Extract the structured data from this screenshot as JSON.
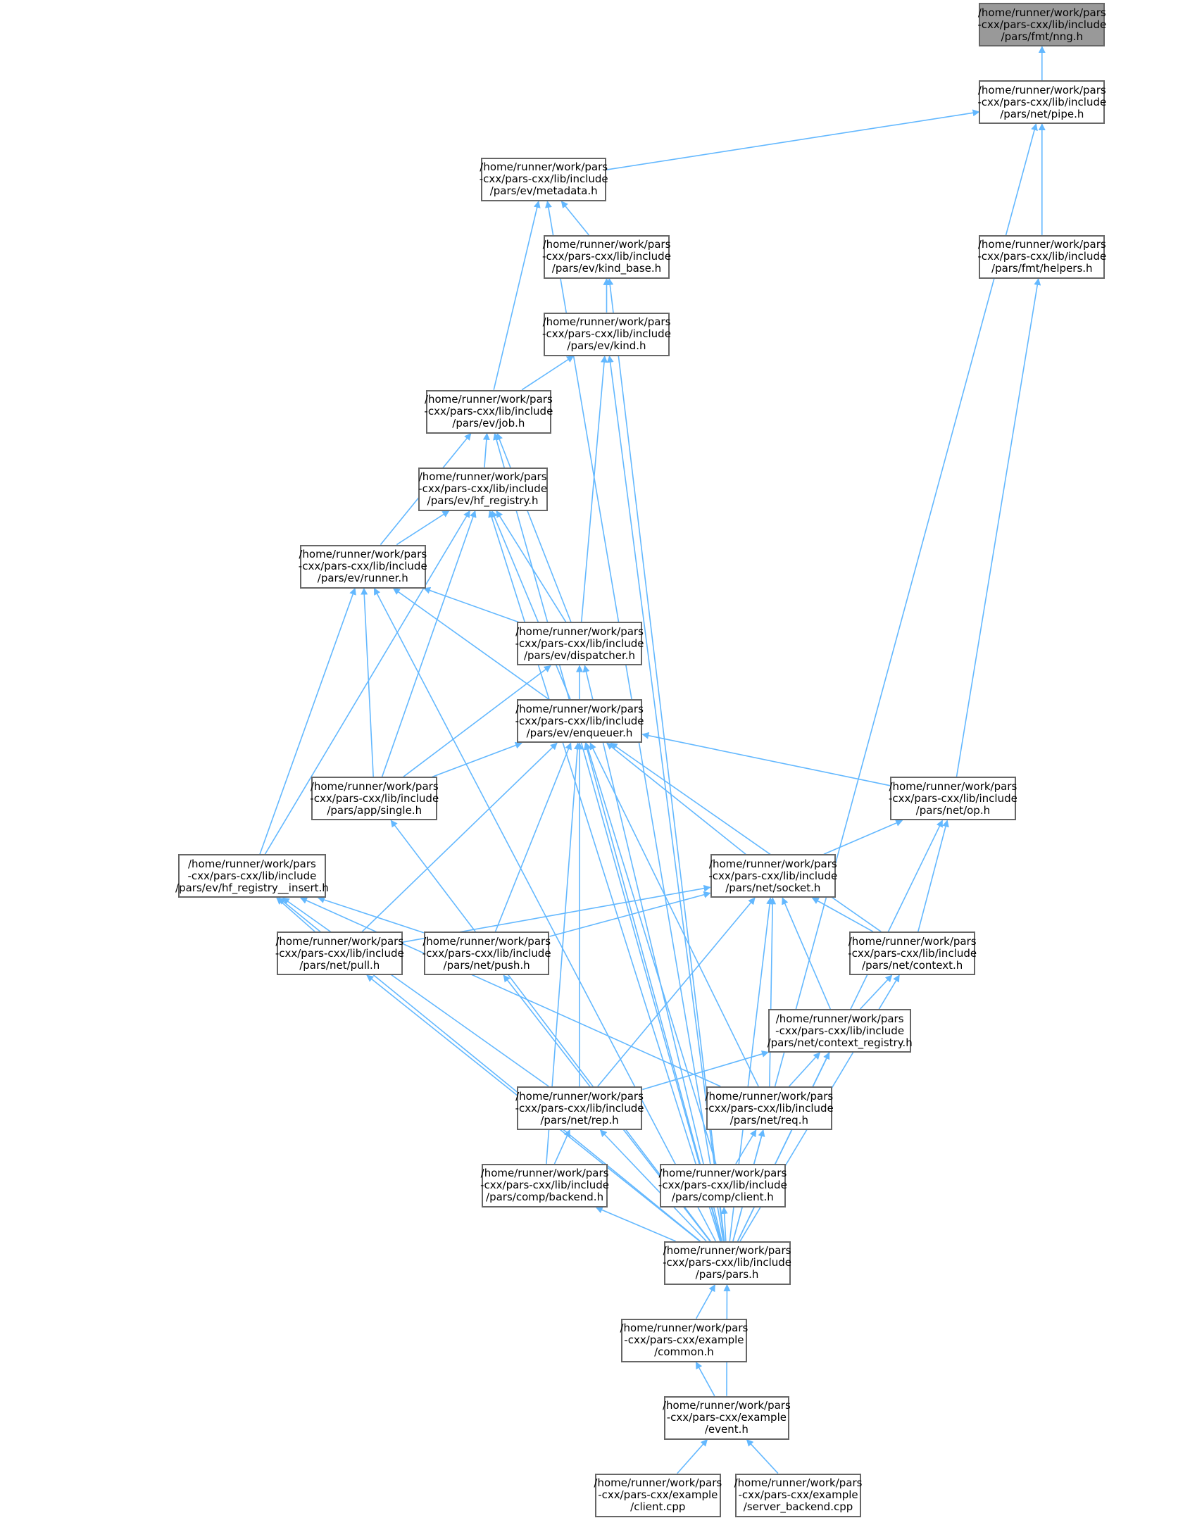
{
  "colors": {
    "edge": "#63b8ff",
    "focus_fill": "#999999",
    "border": "#666666"
  },
  "nodes": {
    "nng": [
      "/home/runner/work/pars",
      "-cxx/pars-cxx/lib/include",
      "/pars/fmt/nng.h"
    ],
    "pipe": [
      "/home/runner/work/pars",
      "-cxx/pars-cxx/lib/include",
      "/pars/net/pipe.h"
    ],
    "metadata": [
      "/home/runner/work/pars",
      "-cxx/pars-cxx/lib/include",
      "/pars/ev/metadata.h"
    ],
    "kind_base": [
      "/home/runner/work/pars",
      "-cxx/pars-cxx/lib/include",
      "/pars/ev/kind_base.h"
    ],
    "helpers": [
      "/home/runner/work/pars",
      "-cxx/pars-cxx/lib/include",
      "/pars/fmt/helpers.h"
    ],
    "kind": [
      "/home/runner/work/pars",
      "-cxx/pars-cxx/lib/include",
      "/pars/ev/kind.h"
    ],
    "job": [
      "/home/runner/work/pars",
      "-cxx/pars-cxx/lib/include",
      "/pars/ev/job.h"
    ],
    "hf_registry": [
      "/home/runner/work/pars",
      "-cxx/pars-cxx/lib/include",
      "/pars/ev/hf_registry.h"
    ],
    "runner": [
      "/home/runner/work/pars",
      "-cxx/pars-cxx/lib/include",
      "/pars/ev/runner.h"
    ],
    "dispatcher": [
      "/home/runner/work/pars",
      "-cxx/pars-cxx/lib/include",
      "/pars/ev/dispatcher.h"
    ],
    "enqueuer": [
      "/home/runner/work/pars",
      "-cxx/pars-cxx/lib/include",
      "/pars/ev/enqueuer.h"
    ],
    "single": [
      "/home/runner/work/pars",
      "-cxx/pars-cxx/lib/include",
      "/pars/app/single.h"
    ],
    "op": [
      "/home/runner/work/pars",
      "-cxx/pars-cxx/lib/include",
      "/pars/net/op.h"
    ],
    "hf_insert": [
      "/home/runner/work/pars",
      "-cxx/pars-cxx/lib/include",
      "/pars/ev/hf_registry__insert.h"
    ],
    "socket": [
      "/home/runner/work/pars",
      "-cxx/pars-cxx/lib/include",
      "/pars/net/socket.h"
    ],
    "pull": [
      "/home/runner/work/pars",
      "-cxx/pars-cxx/lib/include",
      "/pars/net/pull.h"
    ],
    "push": [
      "/home/runner/work/pars",
      "-cxx/pars-cxx/lib/include",
      "/pars/net/push.h"
    ],
    "context": [
      "/home/runner/work/pars",
      "-cxx/pars-cxx/lib/include",
      "/pars/net/context.h"
    ],
    "context_registry": [
      "/home/runner/work/pars",
      "-cxx/pars-cxx/lib/include",
      "/pars/net/context_registry.h"
    ],
    "rep": [
      "/home/runner/work/pars",
      "-cxx/pars-cxx/lib/include",
      "/pars/net/rep.h"
    ],
    "req": [
      "/home/runner/work/pars",
      "-cxx/pars-cxx/lib/include",
      "/pars/net/req.h"
    ],
    "backend": [
      "/home/runner/work/pars",
      "-cxx/pars-cxx/lib/include",
      "/pars/comp/backend.h"
    ],
    "client_h": [
      "/home/runner/work/pars",
      "-cxx/pars-cxx/lib/include",
      "/pars/comp/client.h"
    ],
    "pars": [
      "/home/runner/work/pars",
      "-cxx/pars-cxx/lib/include",
      "/pars/pars.h"
    ],
    "common": [
      "/home/runner/work/pars",
      "-cxx/pars-cxx/example",
      "/common.h"
    ],
    "event": [
      "/home/runner/work/pars",
      "-cxx/pars-cxx/example",
      "/event.h"
    ],
    "client_cpp": [
      "/home/runner/work/pars",
      "-cxx/pars-cxx/example",
      "/client.cpp"
    ],
    "server_backend": [
      "/home/runner/work/pars",
      "-cxx/pars-cxx/example",
      "/server_backend.cpp"
    ]
  },
  "edges": [
    [
      "nng",
      "pipe"
    ],
    [
      "pipe",
      "metadata"
    ],
    [
      "pipe",
      "helpers"
    ],
    [
      "pipe",
      "pars"
    ],
    [
      "metadata",
      "kind_base"
    ],
    [
      "metadata",
      "job"
    ],
    [
      "metadata",
      "pars"
    ],
    [
      "kind_base",
      "kind"
    ],
    [
      "kind_base",
      "pars"
    ],
    [
      "helpers",
      "op"
    ],
    [
      "kind",
      "job"
    ],
    [
      "kind",
      "dispatcher"
    ],
    [
      "kind",
      "pars"
    ],
    [
      "job",
      "hf_registry"
    ],
    [
      "job",
      "runner"
    ],
    [
      "job",
      "dispatcher"
    ],
    [
      "job",
      "pars"
    ],
    [
      "hf_registry",
      "runner"
    ],
    [
      "hf_registry",
      "dispatcher"
    ],
    [
      "hf_registry",
      "enqueuer"
    ],
    [
      "hf_registry",
      "single"
    ],
    [
      "hf_registry",
      "hf_insert"
    ],
    [
      "hf_registry",
      "pars"
    ],
    [
      "runner",
      "dispatcher"
    ],
    [
      "runner",
      "enqueuer"
    ],
    [
      "runner",
      "single"
    ],
    [
      "runner",
      "hf_insert"
    ],
    [
      "runner",
      "pars"
    ],
    [
      "dispatcher",
      "enqueuer"
    ],
    [
      "dispatcher",
      "single"
    ],
    [
      "dispatcher",
      "pars"
    ],
    [
      "enqueuer",
      "single"
    ],
    [
      "enqueuer",
      "op"
    ],
    [
      "enqueuer",
      "socket"
    ],
    [
      "enqueuer",
      "pull"
    ],
    [
      "enqueuer",
      "push"
    ],
    [
      "enqueuer",
      "context"
    ],
    [
      "enqueuer",
      "rep"
    ],
    [
      "enqueuer",
      "req"
    ],
    [
      "enqueuer",
      "backend"
    ],
    [
      "enqueuer",
      "client_h"
    ],
    [
      "enqueuer",
      "pars"
    ],
    [
      "single",
      "pars"
    ],
    [
      "op",
      "socket"
    ],
    [
      "op",
      "context"
    ],
    [
      "op",
      "pars"
    ],
    [
      "hf_insert",
      "pull"
    ],
    [
      "hf_insert",
      "push"
    ],
    [
      "hf_insert",
      "rep"
    ],
    [
      "hf_insert",
      "req"
    ],
    [
      "hf_insert",
      "pars"
    ],
    [
      "socket",
      "pull"
    ],
    [
      "socket",
      "push"
    ],
    [
      "socket",
      "context"
    ],
    [
      "socket",
      "context_registry"
    ],
    [
      "socket",
      "rep"
    ],
    [
      "socket",
      "req"
    ],
    [
      "socket",
      "pars"
    ],
    [
      "pull",
      "pars"
    ],
    [
      "push",
      "pars"
    ],
    [
      "context",
      "context_registry"
    ],
    [
      "context",
      "pars"
    ],
    [
      "context_registry",
      "rep"
    ],
    [
      "context_registry",
      "req"
    ],
    [
      "context_registry",
      "pars"
    ],
    [
      "rep",
      "backend"
    ],
    [
      "rep",
      "pars"
    ],
    [
      "req",
      "client_h"
    ],
    [
      "req",
      "pars"
    ],
    [
      "backend",
      "pars"
    ],
    [
      "client_h",
      "pars"
    ],
    [
      "pars",
      "common"
    ],
    [
      "pars",
      "event"
    ],
    [
      "common",
      "event"
    ],
    [
      "event",
      "client_cpp"
    ],
    [
      "event",
      "server_backend"
    ]
  ]
}
